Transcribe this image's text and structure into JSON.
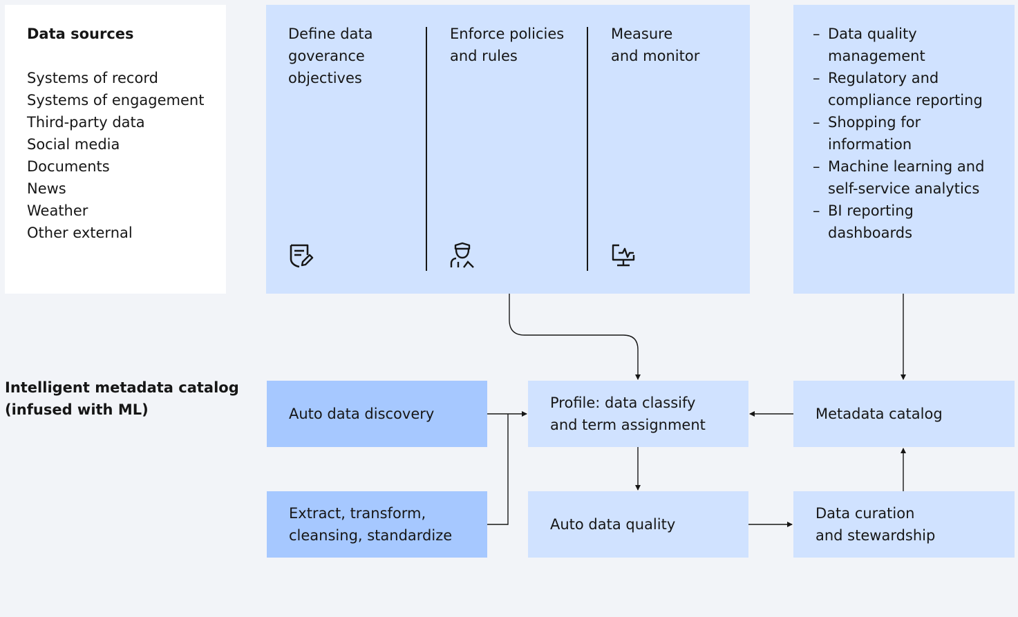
{
  "data_sources": {
    "title": "Data sources",
    "items": [
      "Systems of record",
      "Systems of engagement",
      "Third-party data",
      "Social media",
      "Documents",
      "News",
      "Weather",
      "Other external"
    ]
  },
  "governance": {
    "columns": [
      {
        "label": "Define data\ngoverance\nobjectives",
        "icon": "policy-document-edit-icon"
      },
      {
        "label": "Enforce policies\nand rules",
        "icon": "enforcement-officer-icon"
      },
      {
        "label": "Measure\nand monitor",
        "icon": "monitor-activity-icon"
      }
    ]
  },
  "use_cases": {
    "items": [
      "Data quality\nmanagement",
      "Regulatory and\ncompliance reporting",
      "Shopping for\ninformation",
      "Machine learning and\nself-service analytics",
      "BI reporting\ndashboards"
    ]
  },
  "catalog_section": {
    "label": "Intelligent metadata catalog\n(infused with ML)"
  },
  "process": {
    "discovery": "Auto data discovery",
    "extract": "Extract, transform,\ncleansing, standardize",
    "profile": "Profile: data classify\nand term assignment",
    "quality": "Auto data quality",
    "metadata_catalog": "Metadata catalog",
    "curation": "Data curation\nand stewardship"
  },
  "colors": {
    "background": "#f2f4f8",
    "panel_white": "#ffffff",
    "light_blue": "#d0e2ff",
    "mid_blue": "#a6c8ff",
    "ink": "#161616"
  }
}
